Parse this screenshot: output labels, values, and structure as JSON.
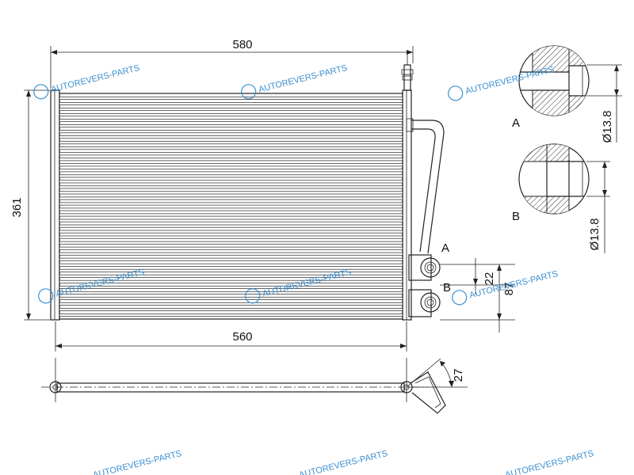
{
  "dimensions": {
    "top_width": "580",
    "bottom_width": "560",
    "height": "361",
    "port_spacing": "22",
    "port_offset": "87",
    "angle": "27",
    "diameter_a": "Ø13.8",
    "diameter_b": "Ø13.8"
  },
  "labels": {
    "detail_a": "A",
    "detail_b": "B",
    "port_a": "A",
    "port_b": "B"
  },
  "watermark": {
    "text": "AUTOREVERS-PARTS",
    "color": "#3a8fd0"
  }
}
